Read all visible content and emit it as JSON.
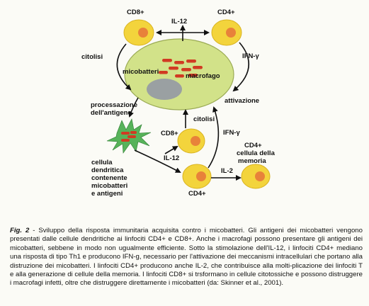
{
  "diagram": {
    "cell_labels": {
      "cd8_top": "CD8+",
      "cd4_top": "CD4+",
      "il12_top": "IL-12",
      "citolisi_left": "citolisi",
      "ifn_top": "IFN-γ",
      "mycobacteria": "micobatteri",
      "macrophage": "macrofago",
      "activation": "attivazione",
      "antigen_processing_1": "processazione",
      "antigen_processing_2": "dell'antigene",
      "citolisi_mid": "citolisi",
      "cd8_mid": "CD8+",
      "ifn_mid": "IFN-γ",
      "il12_mid": "IL-12",
      "memory_1": "CD4+",
      "memory_2": "cellula della",
      "memory_3": "memoria",
      "il2": "IL-2",
      "cd4_bottom": "CD4+",
      "dendritic_1": "cellula",
      "dendritic_2": "dendritica",
      "dendritic_3": "contenente",
      "dendritic_4": "micobatteri",
      "dendritic_5": "e antigeni"
    },
    "colors": {
      "cell_fill": "#f3d43c",
      "nucleus": "#e8823a",
      "macrophage_fill": "#d2e289",
      "macrophage_nucleus": "#9aa0a2",
      "bacteria": "#d13a22",
      "dendritic": "#57b35a"
    }
  },
  "caption": {
    "fig_label": "Fig. 2",
    "text": " - Sviluppo della risposta immunitaria acquisita contro i micobatteri. Gli antigeni dei micobatteri vengono presentati dalle cellule dendritiche ai linfociti CD4+ e CD8+. Anche i macrofagi possono presentare gli antigeni dei micobatteri, sebbene in modo non ugualmente efficiente. Sotto la stimolazione dell'IL-12, i linfociti CD4+ mediano una risposta di tipo Th1 e producono IFN-g, necessario per l'attivazione dei meccanismi intracellulari che portano alla distruzione dei micobatteri. I linfociti CD4+ producono anche IL-2, che contribuisce alla molti-plicazione dei linfociti T e alla generazione di cellule della memoria. I linfociti CD8+ si trsformano in cellule citotossiche e possono distruggere i macrofagi infetti, oltre che distruggere direttamente i micobatteri (da: Skinner et al., 2001)."
  }
}
